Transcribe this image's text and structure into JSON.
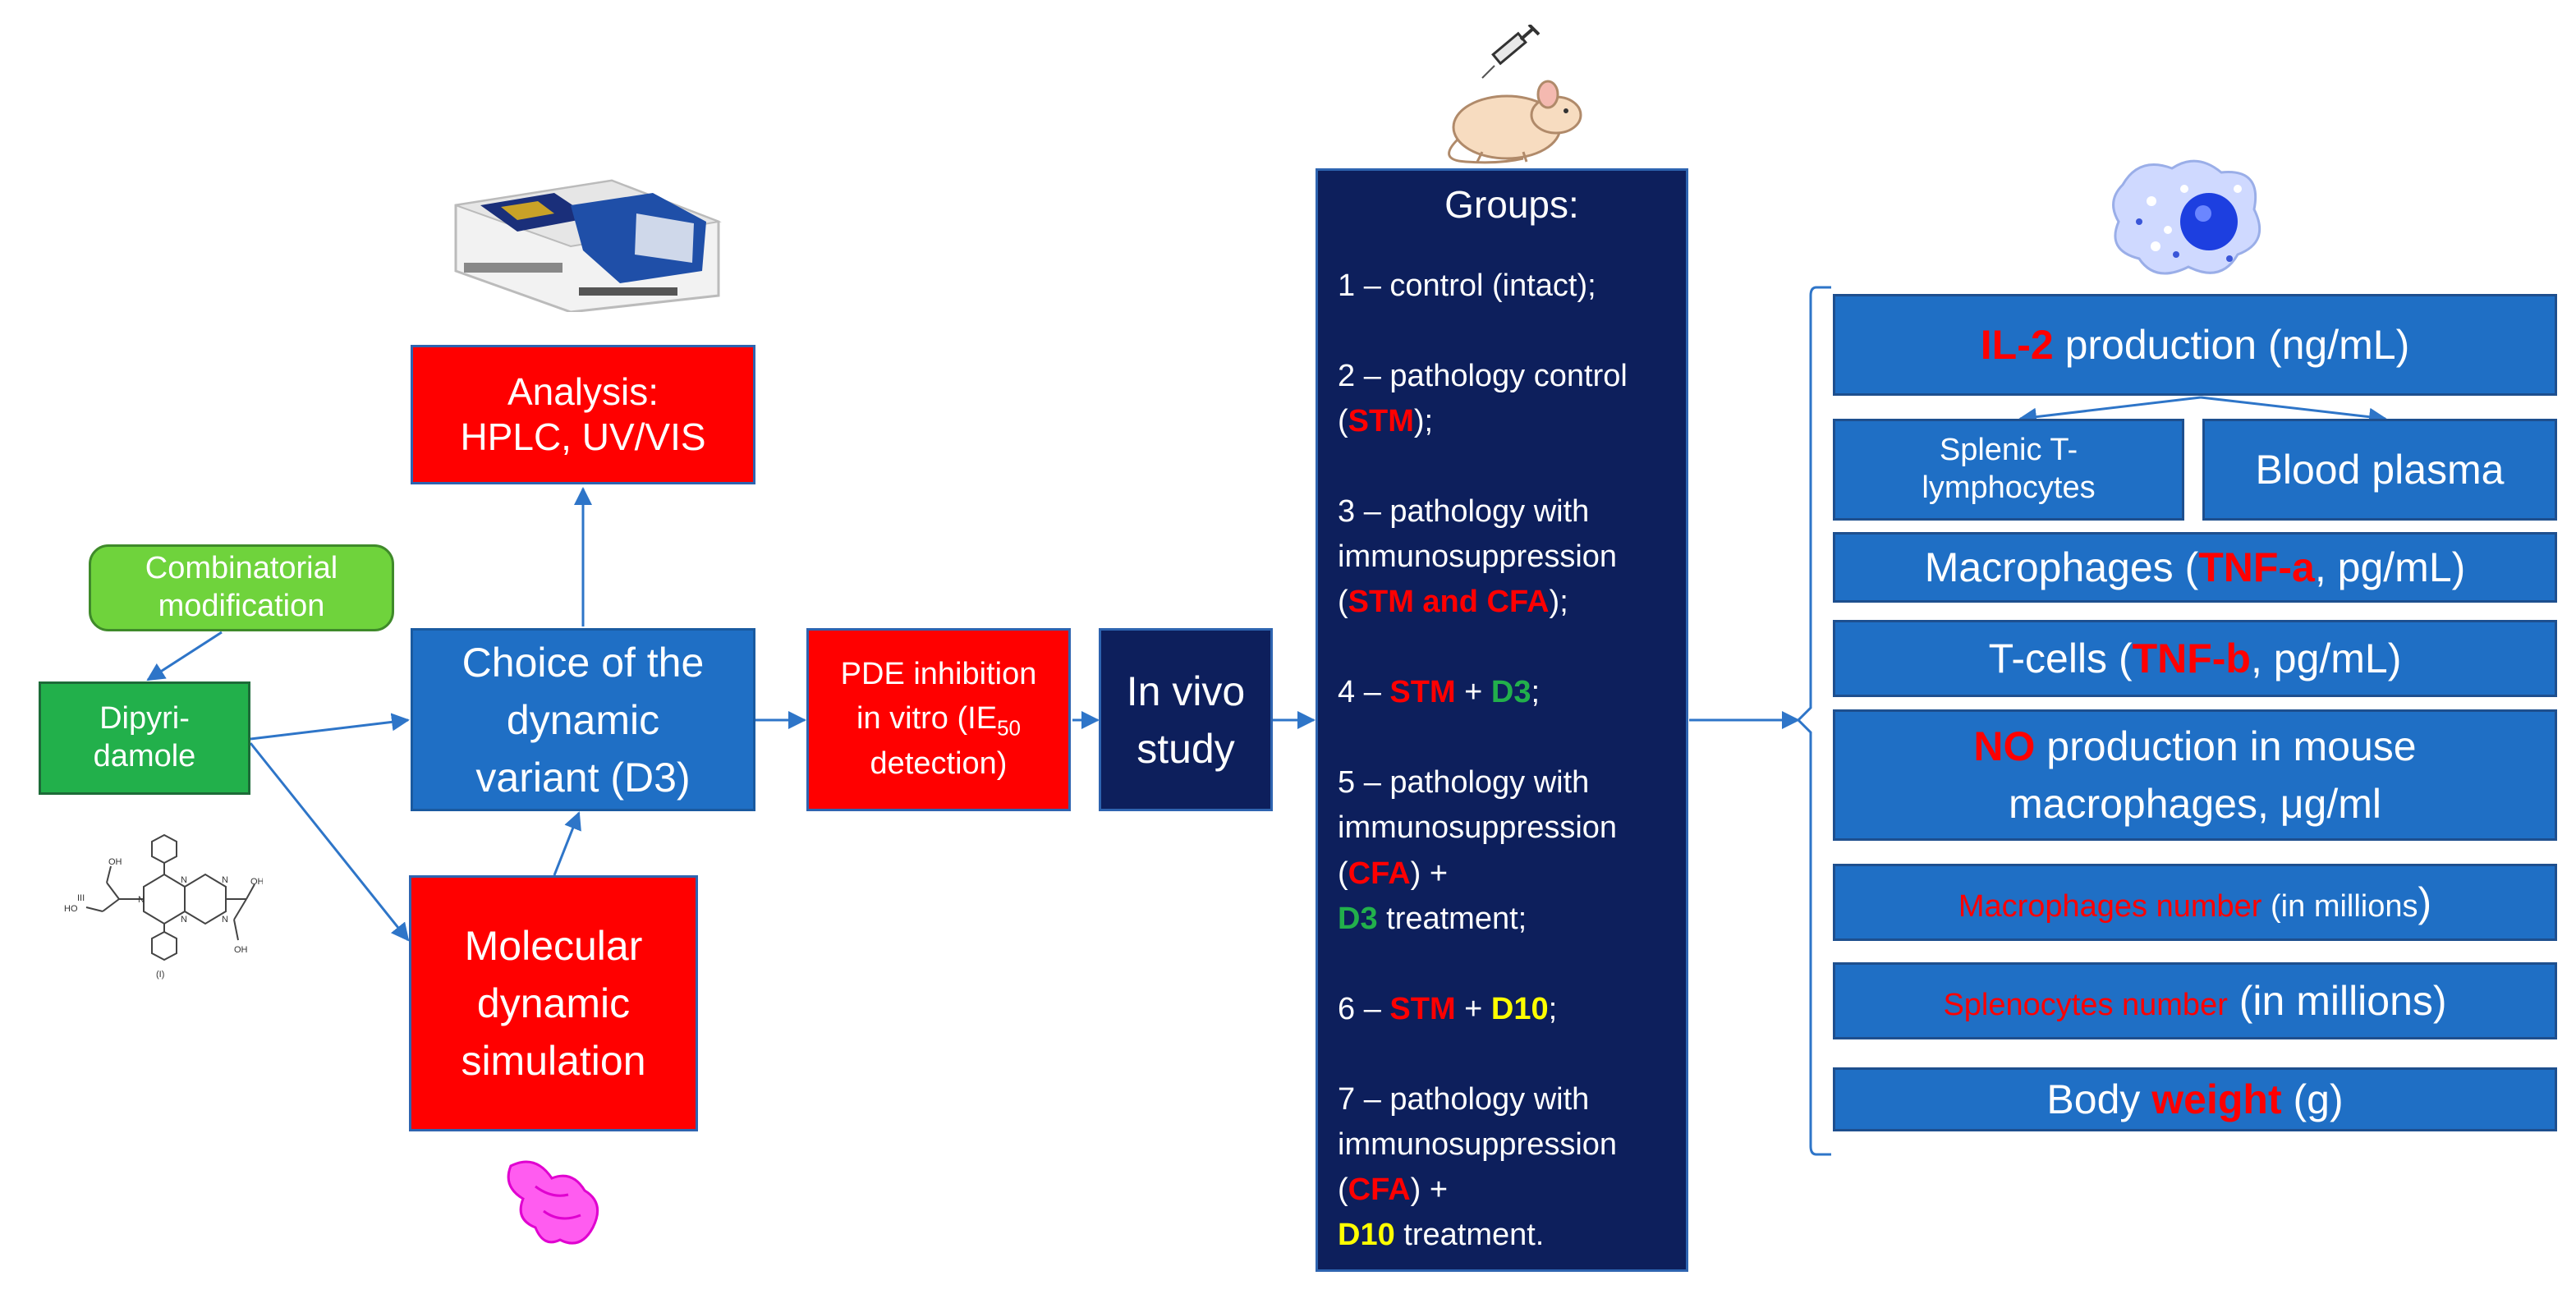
{
  "analysis": {
    "line1": "Analysis:",
    "line2": "HPLC, UV/VIS"
  },
  "combinatorial": {
    "line1": "Combinatorial",
    "line2": "modification"
  },
  "dipyridamole": {
    "line1": "Dipyri-",
    "line2": "damole"
  },
  "choice": {
    "line1": "Choice of the",
    "line2": "dynamic",
    "line3": "variant (D3)"
  },
  "md": {
    "line1": "Molecular",
    "line2": "dynamic",
    "line3": "simulation"
  },
  "pde": {
    "line1": "PDE inhibition",
    "line2": "in vitro (IE",
    "sub": "50",
    "line3": "detection)"
  },
  "invivo": {
    "line1": "In vivo",
    "line2": "study"
  },
  "groups": {
    "title": "Groups:",
    "g1": "1 – control (intact);",
    "g2_a": "2 – pathology control",
    "g2_b": "(",
    "g2_stm": "STM",
    "g2_c": ");",
    "g3_a": "3 – pathology with",
    "g3_b": "immunosuppression",
    "g3_c": "(",
    "g3_red": "STM and CFA",
    "g3_d": ");",
    "g4_a": "4 – ",
    "g4_stm": "STM",
    "g4_b": " + ",
    "g4_d3": "D3",
    "g4_c": ";",
    "g5_a": "5 – pathology with",
    "g5_b": "immunosuppression",
    "g5_c": "(",
    "g5_cfa": "CFA",
    "g5_d": ") +",
    "g5_d3": "D3",
    "g5_e": " treatment;",
    "g6_a": "6 – ",
    "g6_stm": "STM",
    "g6_b": " + ",
    "g6_d10": "D10",
    "g6_c": ";",
    "g7_a": "7 – pathology with",
    "g7_b": "immunosuppression",
    "g7_c": "(",
    "g7_cfa": "CFA",
    "g7_d": ") +",
    "g7_d10": "D10",
    "g7_e": " treatment."
  },
  "results": {
    "il2_red": "IL-2",
    "il2_rest": " production (ng/mL)",
    "splenic": "Splenic T-lymphocytes",
    "plasma": "Blood plasma",
    "mac_a": "Macrophages (",
    "mac_red": "TNF-a",
    "mac_b": ", pg/mL)",
    "tc_a": "T-cells (",
    "tc_red": "TNF-b",
    "tc_b": ", pg/mL)",
    "no_red": "NO",
    "no_rest": " production in mouse",
    "no_line2": "macrophages, μg/ml",
    "macnum_red": "Macrophages number",
    "macnum_rest": " (in millions",
    "macnum_paren": ")",
    "splen_red": "Splenocytes number",
    "splen_rest": " (in millions)",
    "bw_a": "Body ",
    "bw_red": "weight",
    "bw_b": " (g)"
  },
  "structure_labels": {
    "iii": "III",
    "i": "(I)"
  },
  "colors": {
    "blue": "#1f6fc5",
    "red": "#ff0000",
    "navy": "#0d1f5c",
    "green": "#22b04b",
    "lime": "#6fd33c",
    "yellow": "#ffff00",
    "arrow": "#2e75c8"
  },
  "icons": [
    "spectrophotometer-icon",
    "syringe-icon",
    "mouse-icon",
    "protein-icon",
    "macrophage-cell-icon",
    "chemical-structure-icon"
  ]
}
